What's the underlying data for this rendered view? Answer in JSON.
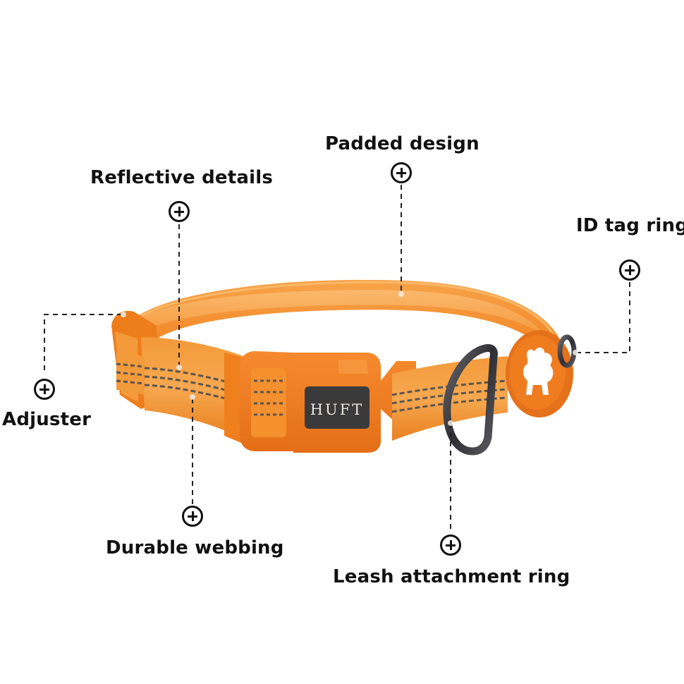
{
  "brand": {
    "text": "HUFT"
  },
  "callouts": {
    "padded": {
      "label": "Padded design",
      "icon": "plus-circle-icon"
    },
    "reflective": {
      "label": "Reflective details",
      "icon": "plus-circle-icon"
    },
    "id_ring": {
      "label": "ID tag ring",
      "icon": "plus-circle-icon"
    },
    "adjuster": {
      "label": "Adjuster",
      "icon": "plus-circle-icon"
    },
    "webbing": {
      "label": "Durable webbing",
      "icon": "plus-circle-icon"
    },
    "leash_ring": {
      "label": "Leash attachment ring",
      "icon": "plus-circle-icon"
    }
  },
  "colors": {
    "collar_orange": "#f4902e",
    "collar_light": "#f9b366",
    "collar_dark": "#e0741a",
    "reflective_stripe": "#5a5550",
    "badge_dark": "#3b3a3b",
    "ring_metal": "#4a4a4e",
    "label_text": "#111111",
    "leader_line": "#222222"
  }
}
